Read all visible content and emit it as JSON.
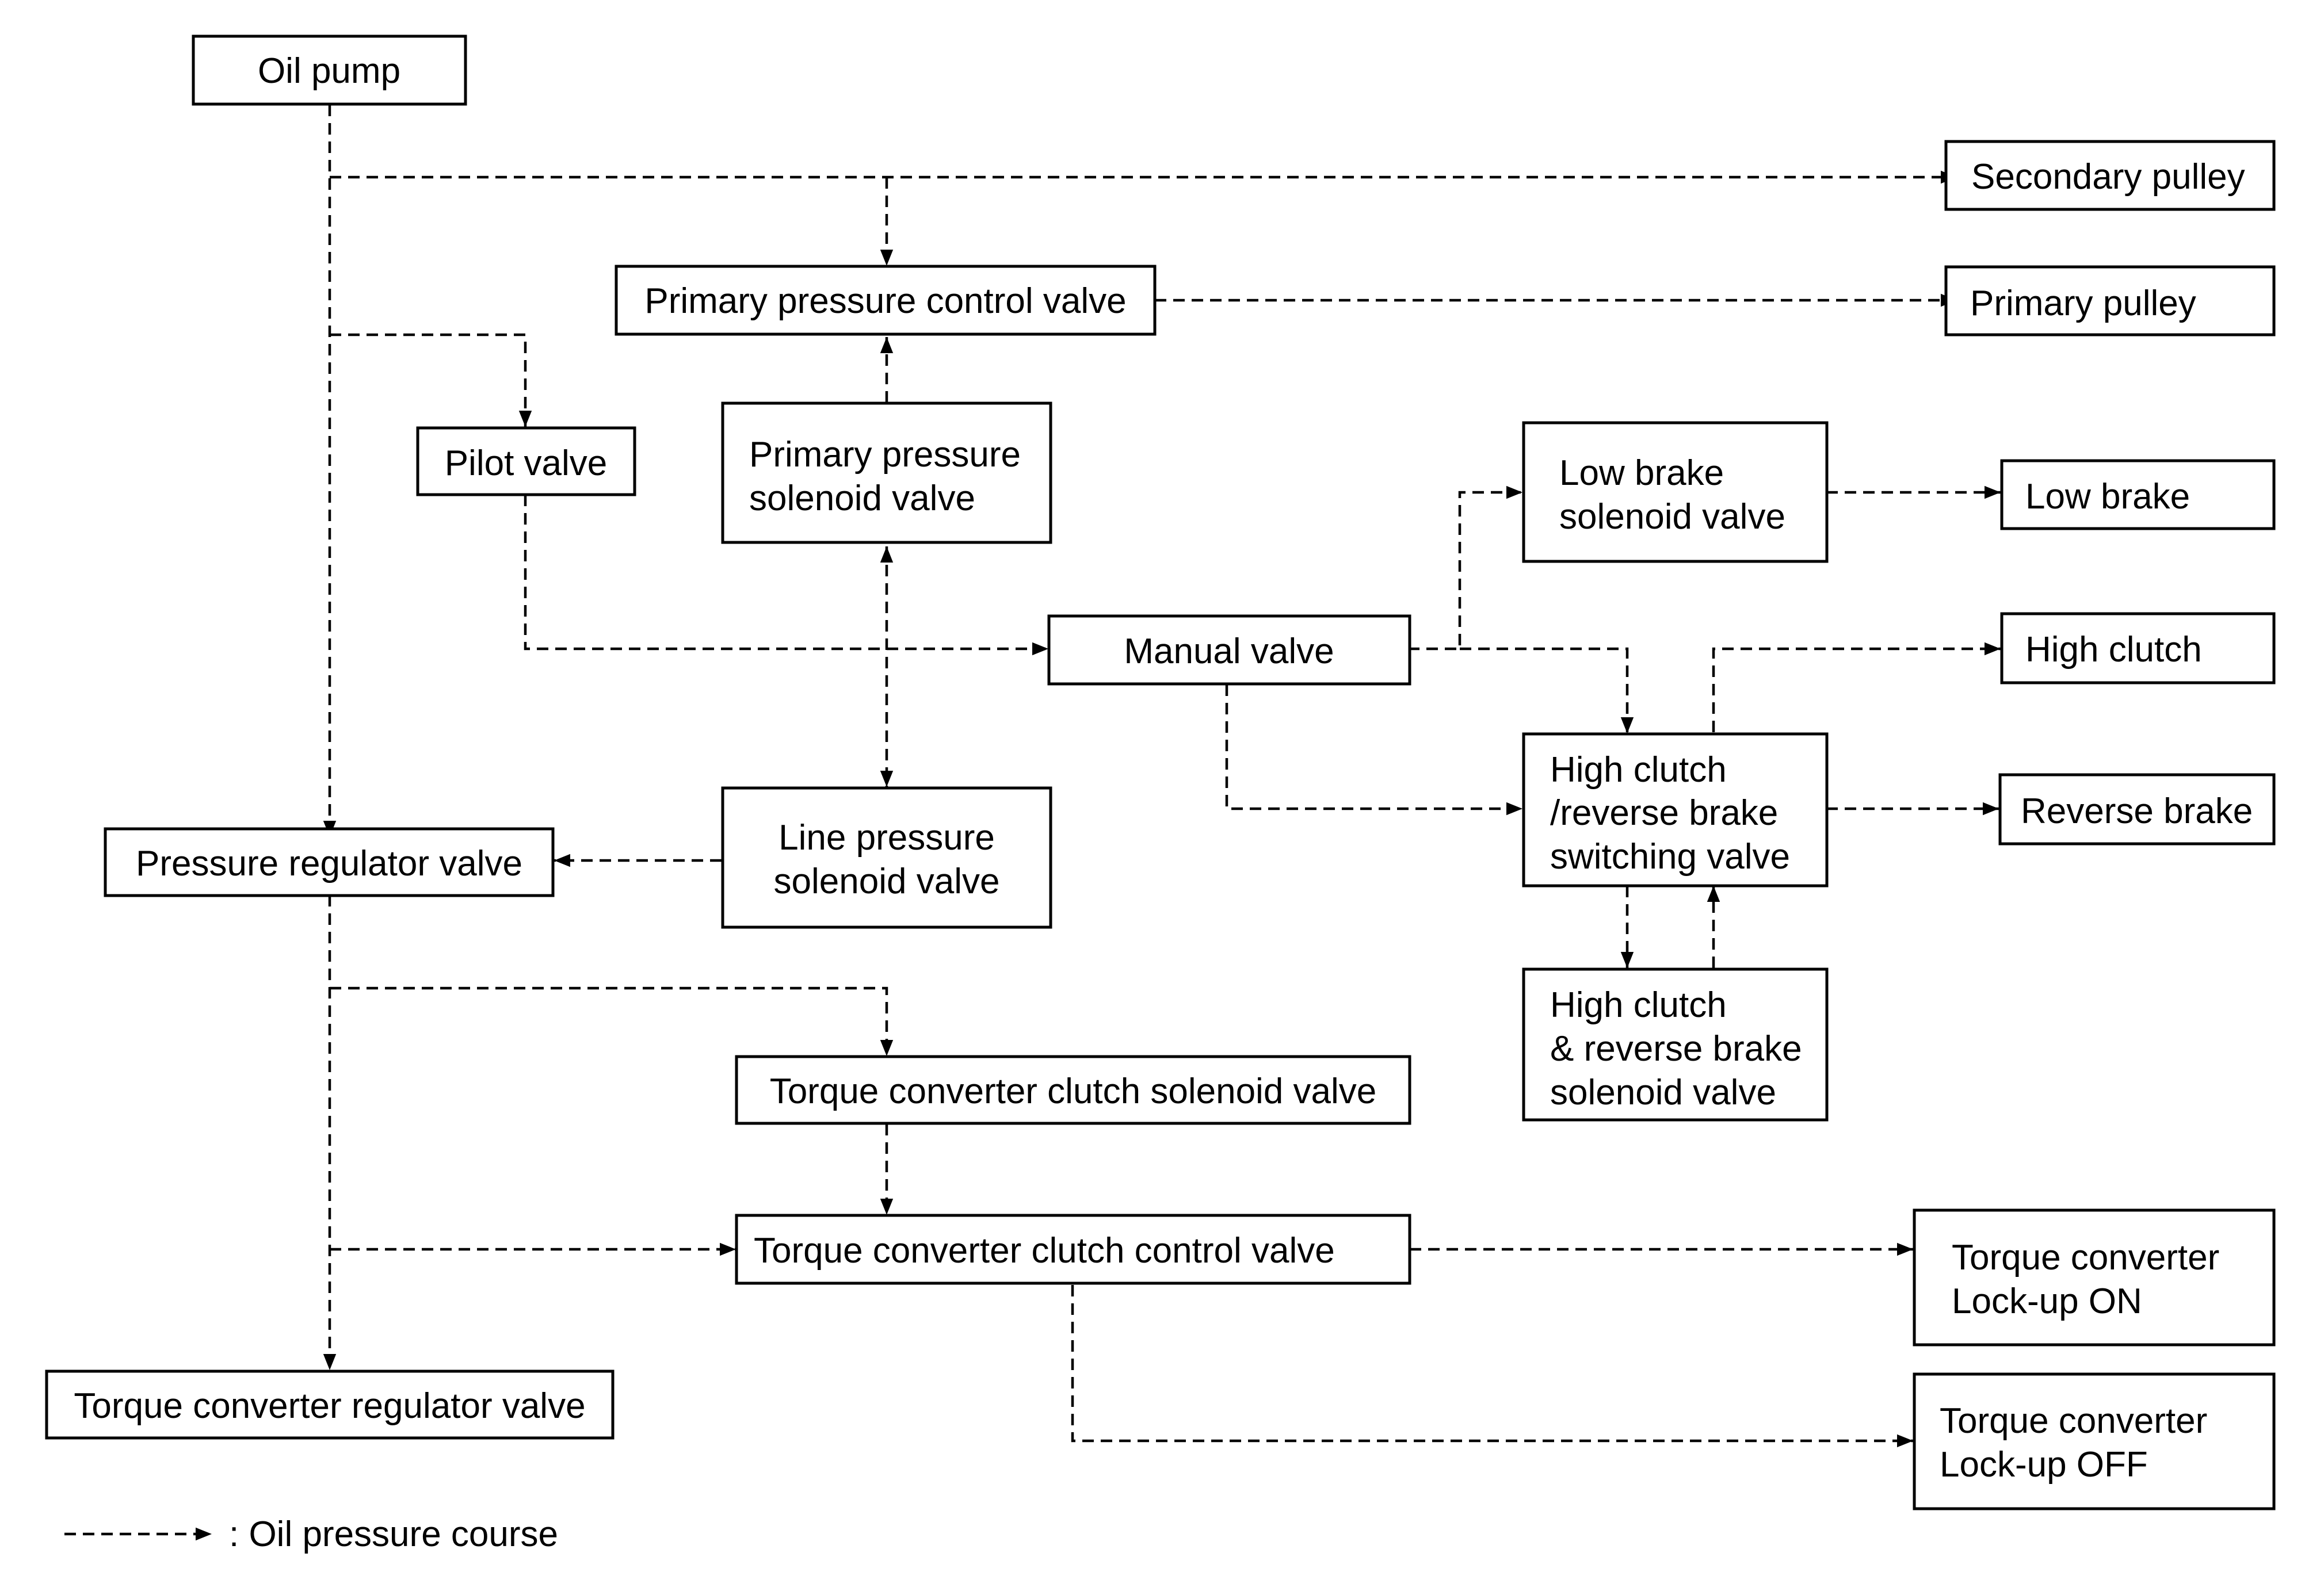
{
  "nodes": {
    "oil_pump": [
      "Oil pump"
    ],
    "secondary_pulley": [
      "Secondary pulley"
    ],
    "primary_pressure_control_valve": [
      "Primary pressure control valve"
    ],
    "primary_pulley": [
      "Primary pulley"
    ],
    "pilot_valve": [
      "Pilot valve"
    ],
    "primary_pressure_solenoid_valve": [
      "Primary pressure",
      "solenoid valve"
    ],
    "low_brake_solenoid_valve": [
      "Low brake",
      "solenoid valve"
    ],
    "low_brake": [
      "Low brake"
    ],
    "manual_valve": [
      "Manual valve"
    ],
    "high_clutch": [
      "High clutch"
    ],
    "high_clutch_reverse_brake_switching_valve": [
      "High clutch",
      "/reverse brake",
      "switching valve"
    ],
    "reverse_brake": [
      "Reverse brake"
    ],
    "pressure_regulator_valve": [
      "Pressure regulator valve"
    ],
    "line_pressure_solenoid_valve": [
      "Line pressure",
      "solenoid valve"
    ],
    "high_clutch_reverse_brake_solenoid_valve": [
      "High clutch",
      "& reverse brake",
      "solenoid valve"
    ],
    "torque_converter_clutch_solenoid_valve": [
      "Torque converter clutch solenoid valve"
    ],
    "torque_converter_clutch_control_valve": [
      "Torque converter clutch control valve"
    ],
    "torque_converter_lockup_on": [
      "Torque converter",
      "Lock-up ON"
    ],
    "torque_converter_regulator_valve": [
      "Torque converter regulator valve"
    ],
    "torque_converter_lockup_off": [
      "Torque converter",
      "Lock-up OFF"
    ]
  },
  "legend": {
    "label": ": Oil pressure course"
  }
}
